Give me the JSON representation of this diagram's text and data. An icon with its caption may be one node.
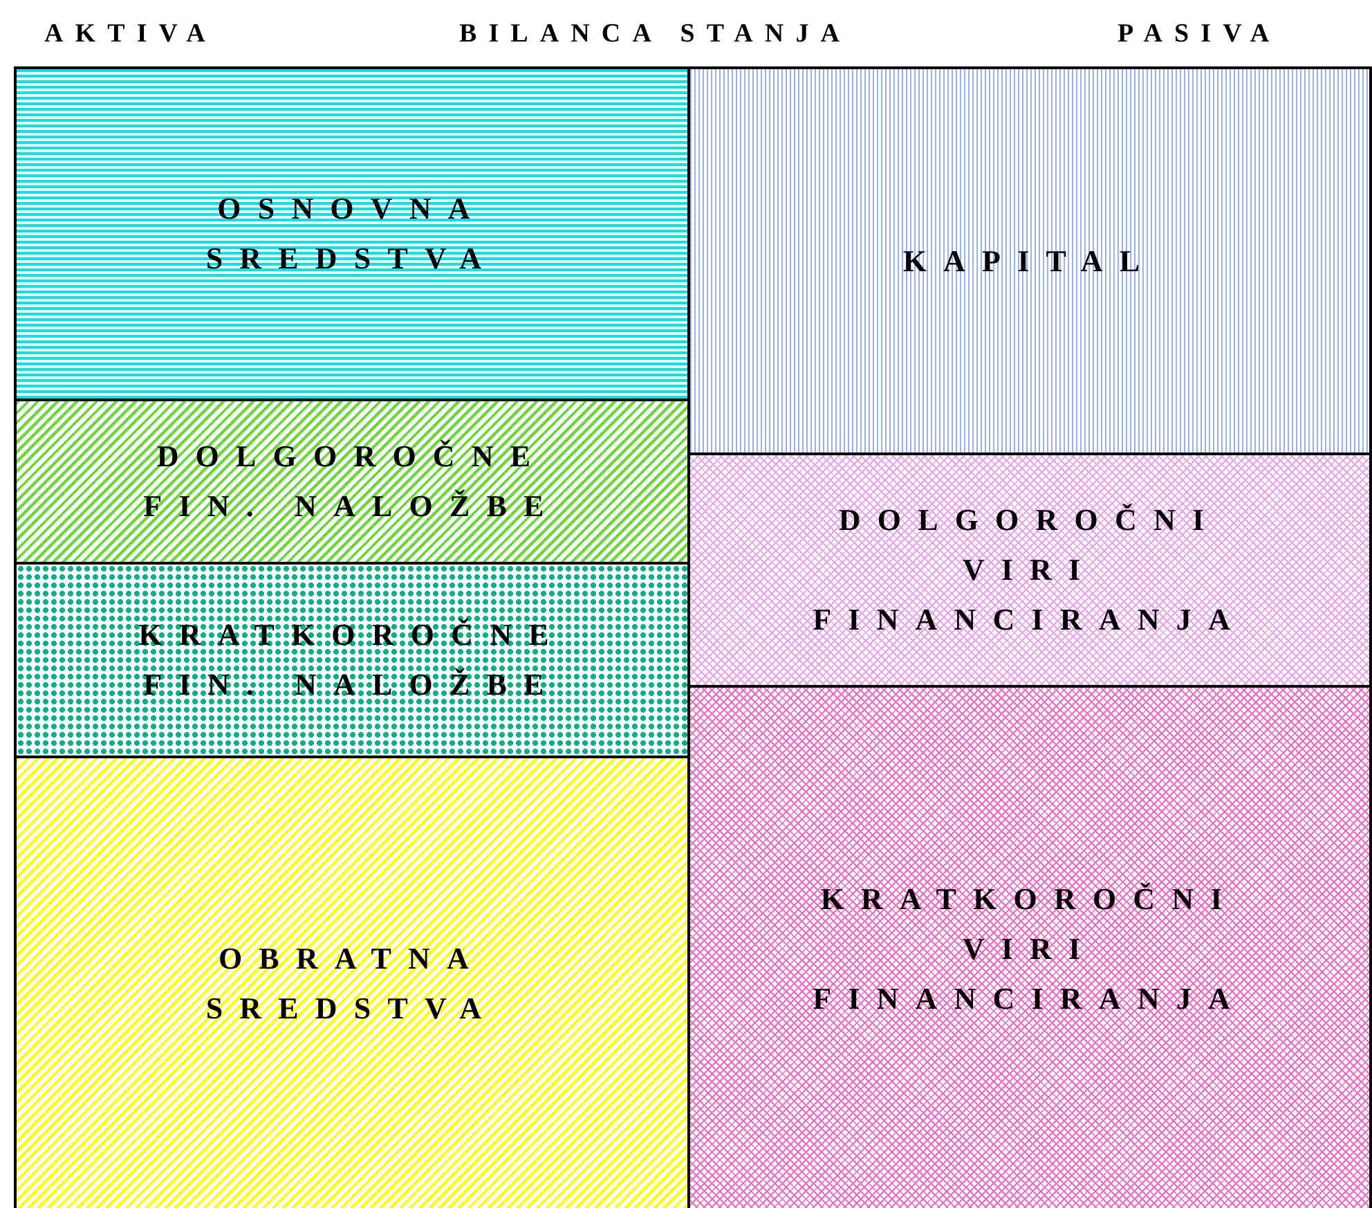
{
  "diagram": {
    "title": "BILANCA STANJA",
    "nodes": [
      {
        "text": [
          "OSNOVNA SREDSTVA"
        ]
      },
      {
        "text": [
          "DOLGOROČNE FIN. NALOŽBE"
        ]
      },
      {
        "text": [
          "KRATKOROČNE FIN. NALOŽBE"
        ]
      },
      {
        "text": [
          "OBRATNA SREDSTVA"
        ]
      },
      {
        "text": [
          "KAPITAL"
        ]
      },
      {
        "text": [
          "DOLGOROČNI VIRI FINANCIRANJA"
        ]
      },
      {
        "text": [
          "KRATKOROČNI VIRI FINANCIRANJA"
        ]
      }
    ],
    "labels": [
      "AKTIVA",
      "PASIVA"
    ]
  }
}
